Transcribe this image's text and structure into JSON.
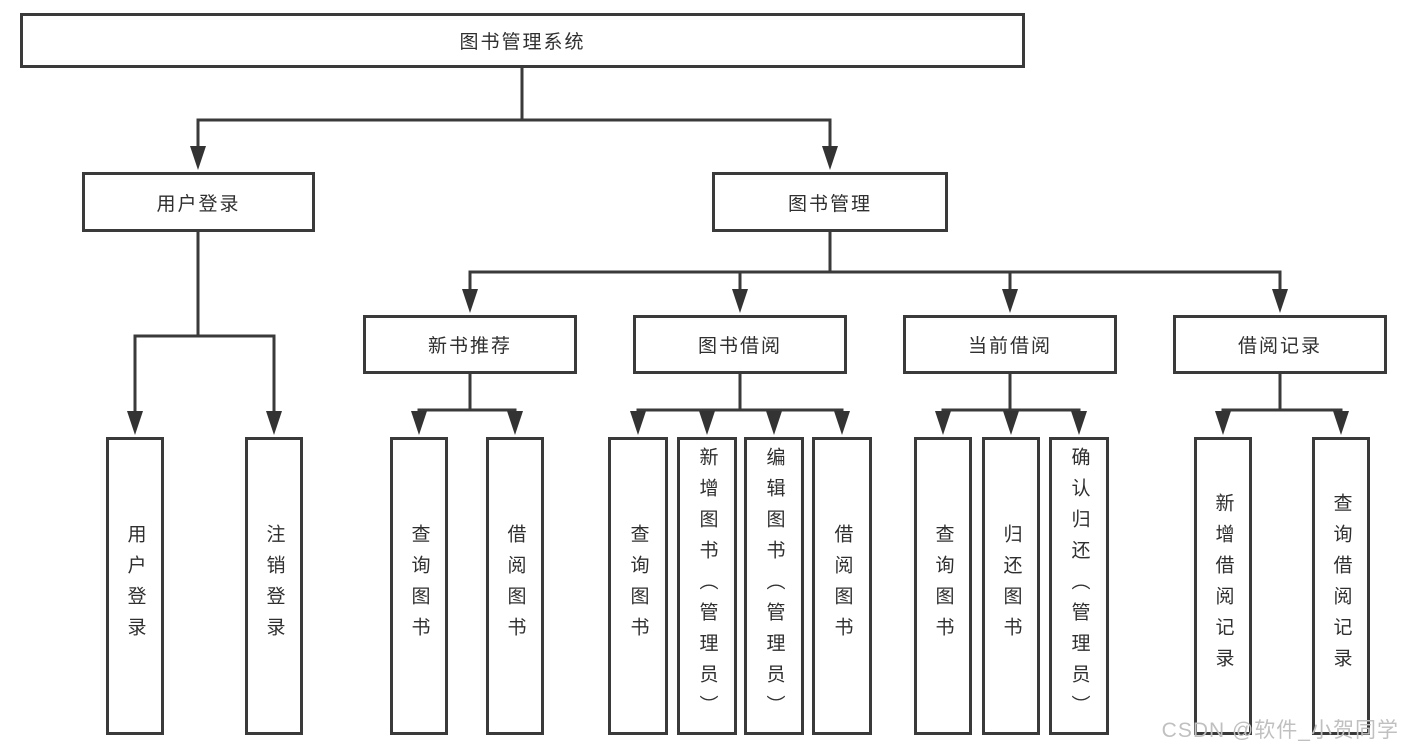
{
  "colors": {
    "line": "#3a3a3a",
    "text": "#2f2f2f",
    "background": "#ffffff",
    "watermark": "#c0c0c0"
  },
  "watermark": {
    "text": "CSDN @软件_小贺同学"
  },
  "diagram": {
    "type": "hierarchy-tree",
    "root": {
      "label": "图书管理系统"
    },
    "branches": [
      {
        "label": "用户登录",
        "children": [
          "用户登录",
          "注销登录"
        ]
      },
      {
        "label": "图书管理",
        "modules": [
          {
            "label": "新书推荐",
            "children": [
              "查询图书",
              "借阅图书"
            ]
          },
          {
            "label": "图书借阅",
            "children": [
              "查询图书",
              "新增图书（管理员）",
              "编辑图书（管理员）",
              "借阅图书"
            ]
          },
          {
            "label": "当前借阅",
            "children": [
              "查询图书",
              "归还图书",
              "确认归还（管理员）"
            ]
          },
          {
            "label": "借阅记录",
            "children": [
              "新增借阅记录",
              "查询借阅记录"
            ]
          }
        ]
      }
    ]
  }
}
